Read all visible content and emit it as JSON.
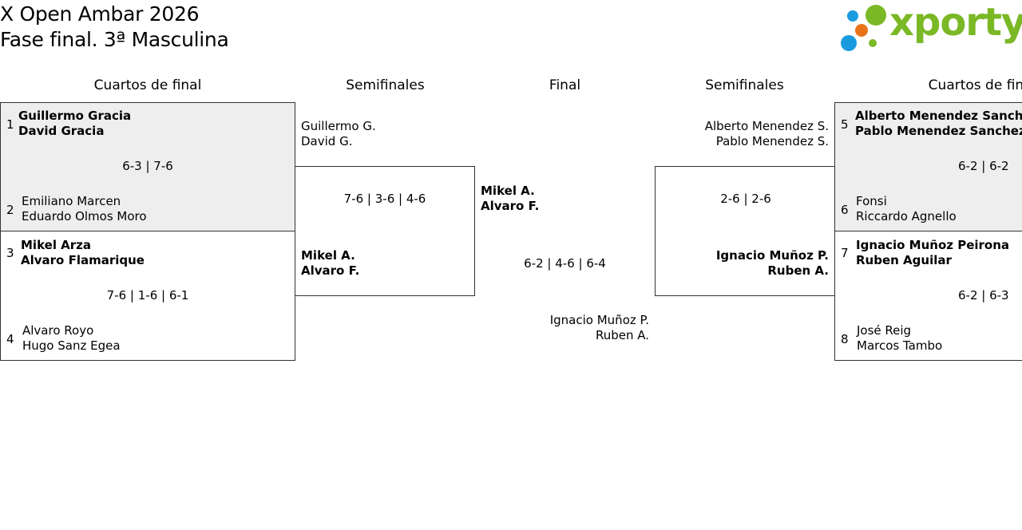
{
  "header": {
    "title_line1": "X Open Ambar 2026",
    "title_line2": "Fase final. 3ª Masculina",
    "logo_text": "xporty",
    "logo_colors": {
      "green": "#7ab826",
      "blue": "#1a9be0",
      "orange": "#e8731a"
    }
  },
  "rounds": {
    "left_qf": "Cuartos de final",
    "left_sf": "Semifinales",
    "final": "Final",
    "right_sf": "Semifinales",
    "right_qf": "Cuartos de final"
  },
  "quarterfinals": [
    {
      "seed_a": "1",
      "a1": "Guillermo Gracia",
      "a2": "David Gracia",
      "score": "6-3 | 7-6",
      "seed_b": "2",
      "b1": "Emiliano Marcen",
      "b2": "Eduardo Olmos Moro"
    },
    {
      "seed_a": "3",
      "a1": "Mikel Arza",
      "a2": "Alvaro Flamarique",
      "score": "7-6 | 1-6 | 6-1",
      "seed_b": "4",
      "b1": "Alvaro Royo",
      "b2": "Hugo Sanz Egea"
    },
    {
      "seed_a": "5",
      "a1": "Alberto Menendez Sanchez",
      "a2": "Pablo Menendez Sanchez",
      "score": "6-2 | 6-2",
      "seed_b": "6",
      "b1": "Fonsi",
      "b2": "Riccardo Agnello"
    },
    {
      "seed_a": "7",
      "a1": "Ignacio Muñoz Peirona",
      "a2": "Ruben Aguilar",
      "score": "6-2 | 6-3",
      "seed_b": "8",
      "b1": "José Reig",
      "b2": "Marcos Tambo"
    }
  ],
  "semifinals": [
    {
      "top1": "Guillermo G.",
      "top2": "David G.",
      "score": "7-6 | 3-6 | 4-6",
      "bot1": "Mikel A.",
      "bot2": "Alvaro F."
    },
    {
      "top1": "Alberto Menendez S.",
      "top2": "Pablo Menendez S.",
      "score": "2-6 | 2-6",
      "bot1": "Ignacio Muñoz P.",
      "bot2": "Ruben A."
    }
  ],
  "final": {
    "top1": "Mikel A.",
    "top2": "Alvaro F.",
    "score": "6-2 | 4-6 | 6-4",
    "bot1": "Ignacio Muñoz P.",
    "bot2": "Ruben A."
  }
}
